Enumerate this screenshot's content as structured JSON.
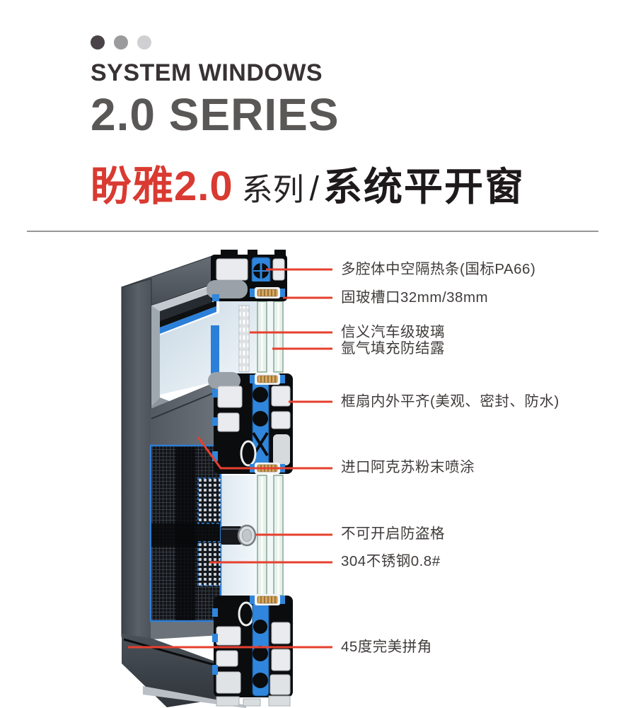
{
  "header": {
    "dots": [
      "#4a4347",
      "#9b9b9d",
      "#d0d0d2"
    ],
    "kicker": "SYSTEM WINDOWS",
    "series_title": "2.0 SERIES",
    "brand_red": "盼雅2.0",
    "brand_suffix": "系列",
    "separator": "/",
    "product_name": "系统平开窗"
  },
  "colors": {
    "brand_red": "#d93a31",
    "leader_line_red": "#e6402e",
    "divider_gray": "#979797",
    "thermal_break_blue": "#2f86dc",
    "frame_gray": "#565d64",
    "gasket_tan": "#d8a75f"
  },
  "diagram": {
    "subject": "盼雅2.0系统平开窗剖面图",
    "callouts": [
      {
        "label": "多腔体中空隔热条(国标PA66)"
      },
      {
        "label": "固玻槽口32mm/38mm"
      },
      {
        "label": "信义汽车级玻璃"
      },
      {
        "label": "氩气填充防结露"
      },
      {
        "label": "框扇内外平齐(美观、密封、防水)"
      },
      {
        "label": "进口阿克苏粉末喷涂"
      },
      {
        "label": "不可开启防盗格"
      },
      {
        "label": "304不锈钢0.8#"
      },
      {
        "label": "45度完美拼角"
      }
    ]
  }
}
